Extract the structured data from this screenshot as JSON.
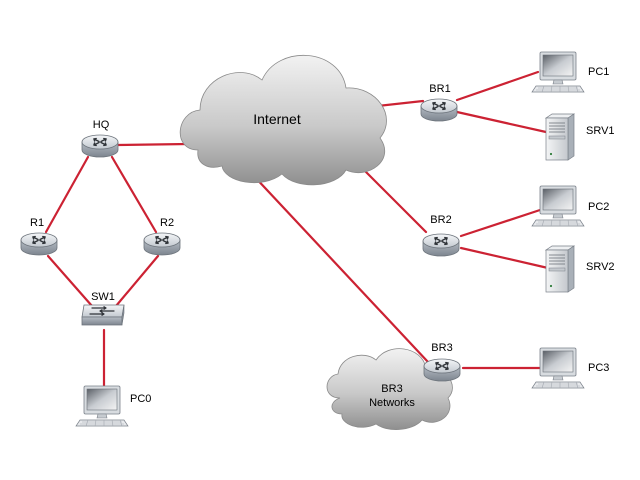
{
  "colors": {
    "link": "#cc2233",
    "device_fill": "#dfe3e8",
    "device_stroke": "#8a9099"
  },
  "icons": {
    "router": "router-icon",
    "switch": "switch-icon",
    "pc": "desktop-pc-icon",
    "server": "server-tower-icon",
    "cloud": "cloud-icon"
  },
  "clouds": {
    "internet": {
      "label": "Internet"
    },
    "br3_networks": {
      "label_line1": "BR3",
      "label_line2": "Networks"
    }
  },
  "devices": {
    "hq": {
      "label": "HQ",
      "type": "router"
    },
    "r1": {
      "label": "R1",
      "type": "router"
    },
    "r2": {
      "label": "R2",
      "type": "router"
    },
    "sw1": {
      "label": "SW1",
      "type": "switch"
    },
    "pc0": {
      "label": "PC0",
      "type": "pc"
    },
    "br1": {
      "label": "BR1",
      "type": "router"
    },
    "br2": {
      "label": "BR2",
      "type": "router"
    },
    "br3": {
      "label": "BR3",
      "type": "router"
    },
    "pc1": {
      "label": "PC1",
      "type": "pc"
    },
    "srv1": {
      "label": "SRV1",
      "type": "server"
    },
    "pc2": {
      "label": "PC2",
      "type": "pc"
    },
    "srv2": {
      "label": "SRV2",
      "type": "server"
    },
    "pc3": {
      "label": "PC3",
      "type": "pc"
    }
  }
}
